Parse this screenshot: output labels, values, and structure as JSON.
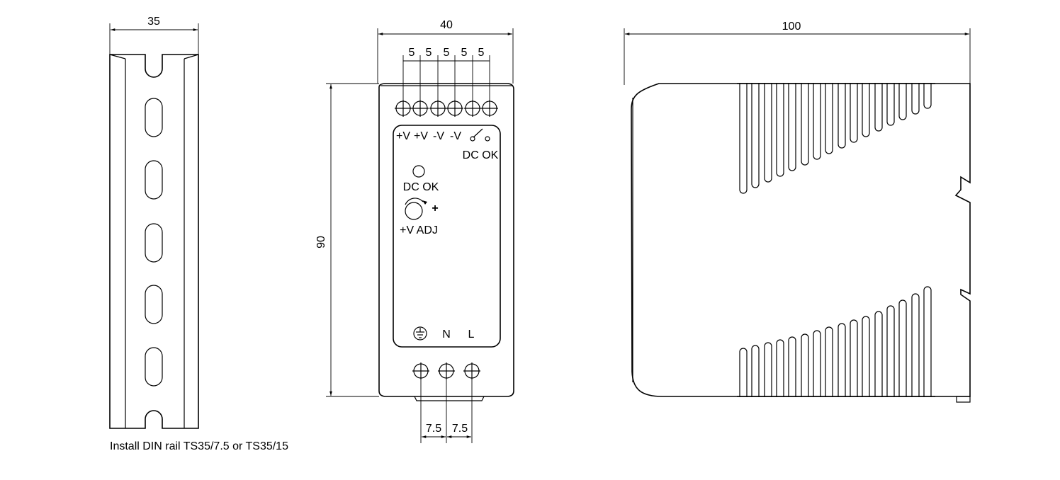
{
  "dimensions": {
    "rail_width": "35",
    "front_width": "40",
    "terminal_pitch": [
      "5",
      "5",
      "5",
      "5",
      "5"
    ],
    "front_height": "90",
    "side_depth": "100",
    "input_pitch": [
      "7.5",
      "7.5"
    ]
  },
  "front_panel": {
    "output_labels": [
      "+V",
      "+V",
      "-V",
      "-V"
    ],
    "relay_label": "DC OK",
    "led_label": "DC OK",
    "adj_plus": "+",
    "adj_label": "+V ADJ",
    "input_labels": [
      "N",
      "L"
    ]
  },
  "caption": "Install DIN rail TS35/7.5 or TS35/15"
}
